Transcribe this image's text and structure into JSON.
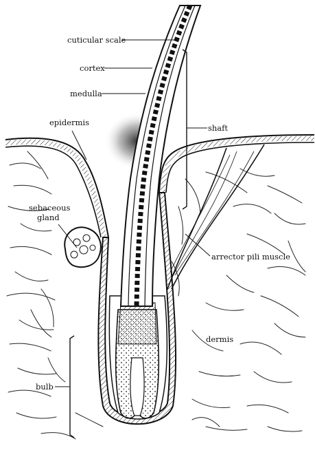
{
  "labels": {
    "cuticular_scale": "cuticular scale",
    "cortex": "cortex",
    "medulla": "medulla",
    "epidermis": "epidermis",
    "shaft": "shaft",
    "sebaceous_line1": "sebaceous",
    "sebaceous_line2": "gland",
    "arrector_pili_muscle": "arrector pili muscle",
    "dermis": "dermis",
    "bulb": "bulb"
  },
  "colors": {
    "ink": "#111111",
    "paper": "#ffffff"
  }
}
